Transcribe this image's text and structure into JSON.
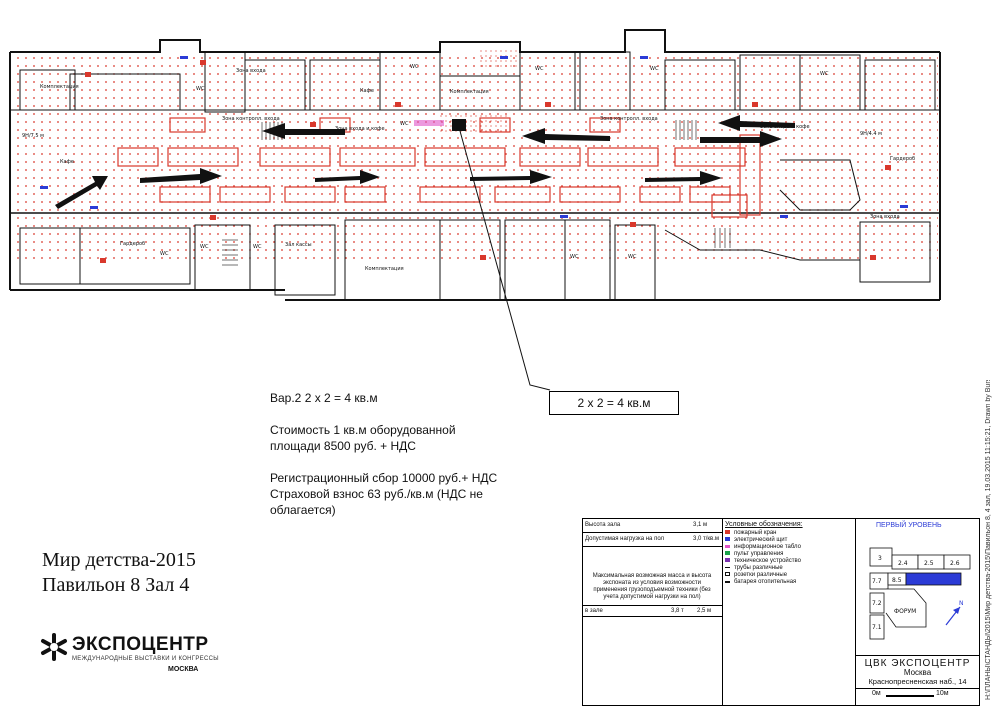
{
  "plan": {
    "zones": {
      "vhod_left": "Зона входа",
      "vhod_mid": "Зона входа и кофе",
      "vhod_right": "Зона входа и кофе",
      "vhod_right_lower": "Зона входа",
      "contr_left": "Зона контролл. входа",
      "contr_right": "Зона контролл. входа",
      "kompl_top_left": "Комплектация",
      "kompl_top_mid": "Комплектация",
      "kompl_bottom": "Комплектация",
      "gardero_left": "Гардероб",
      "gardero_right": "Гардероб",
      "kassy": "Зал кассы",
      "kafe": "Кафе",
      "kafe2": "Кафе",
      "wc_labels": [
        "WC",
        "WC",
        "WC",
        "WC",
        "WC",
        "WC",
        "WC",
        "WC",
        "WC",
        "WC",
        "WC"
      ],
      "mark_left": "9Н/7.5 м",
      "mark_right": "9Н/4.4 м"
    }
  },
  "info": {
    "variant": "Вар.2 2 х 2 = 4 кв.м",
    "cost_line1": "Стоимость 1 кв.м оборудованной",
    "cost_line2": "площади   8500 руб. + НДС",
    "reg_fee": "Регистрационный сбор 10000 руб.+ НДС",
    "insurance_line1": "Страховой взнос 63 руб./кв.м (НДС не",
    "insurance_line2": "облагается)"
  },
  "callout": {
    "text": "2 х 2 = 4 кв.м"
  },
  "event": {
    "title": "Мир детства-2015",
    "subtitle": "Павильон 8 Зал 4"
  },
  "logo": {
    "name": "ЭКСПОЦЕНТР",
    "tagline": "МЕЖДУНАРОДНЫЕ ВЫСТАВКИ И КОНГРЕССЫ",
    "city": "МОСКВА"
  },
  "stamp": {
    "height_label": "Высота зала",
    "height_value": "3,1 м",
    "load_label": "Допустимая нагрузка на пол",
    "load_value": "3,0 т/кв.м",
    "mass_text": "Максимальная возможная масса и высота экспоната из условия возможности применения грузоподъемной техники (без учета допустимой нагрузки на пол)",
    "in_hall_label": "в зале",
    "in_hall_mass": "3,8 т",
    "in_hall_height": "2,5 м",
    "legend_title": "Условные обозначения:",
    "legend": [
      "пожарный кран",
      "электрический щит",
      "информационное табло",
      "пульт управления",
      "техническое устройство",
      "трубы различные",
      "розетки различные",
      "батарея отопительная"
    ],
    "level_title": "ПЕРВЫЙ УРОВЕНЬ",
    "pav": [
      "3",
      "2.4",
      "2.5",
      "2.6",
      "7.7",
      "8.5",
      "7.2",
      "7.1"
    ],
    "forum": "ФОРУМ",
    "north": "N",
    "org": "ЦВК  ЭКСПОЦЕНТР",
    "org_city": "Москва",
    "org_address": "Краснопресненская наб., 14",
    "scale_left": "0м",
    "scale_right": "10м"
  },
  "side_text": "H:\\ПЛАНЫ\\СТАНДЫ\\2015\\Мир детства-2015\\Павильон 8, 4 зал, 19.03.2015 11:15:21, Drawn by Burstev"
}
